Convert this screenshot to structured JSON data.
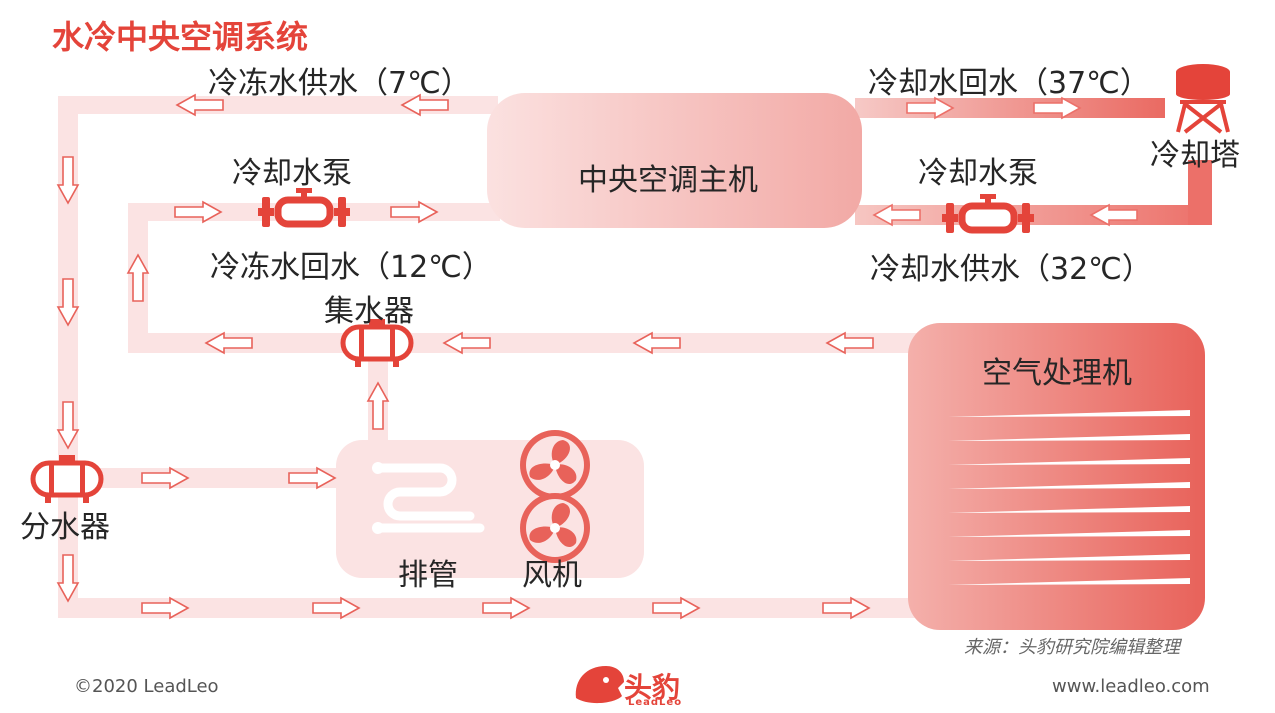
{
  "title": "水冷中央空调系统",
  "labels": {
    "chilled_supply": "冷冻水供水（7℃）",
    "cooling_return": "冷却水回水（37℃）",
    "cooling_tower": "冷却塔",
    "pump_left": "冷却水泵",
    "chiller": "中央空调主机",
    "pump_right": "冷却水泵",
    "chilled_return": "冷冻水回水（12℃）",
    "cooling_supply": "冷却水供水（32℃）",
    "collector": "集水器",
    "ahu": "空气处理机",
    "distributor": "分水器",
    "coil": "排管",
    "fan": "风机"
  },
  "source": "来源：头豹研究院编辑整理",
  "footer": {
    "copyright": "©2020 LeadLeo",
    "website": "www.leadleo.com"
  },
  "logo": {
    "name": "头豹",
    "sub": "LeadLeo"
  },
  "watermark": "头豹 LeadLeo",
  "colors": {
    "accent": "#e4443a",
    "pipe_light": "#fbe3e3",
    "pipe_mid": "#f4b4b0",
    "pipe_dark": "#e8625a"
  }
}
